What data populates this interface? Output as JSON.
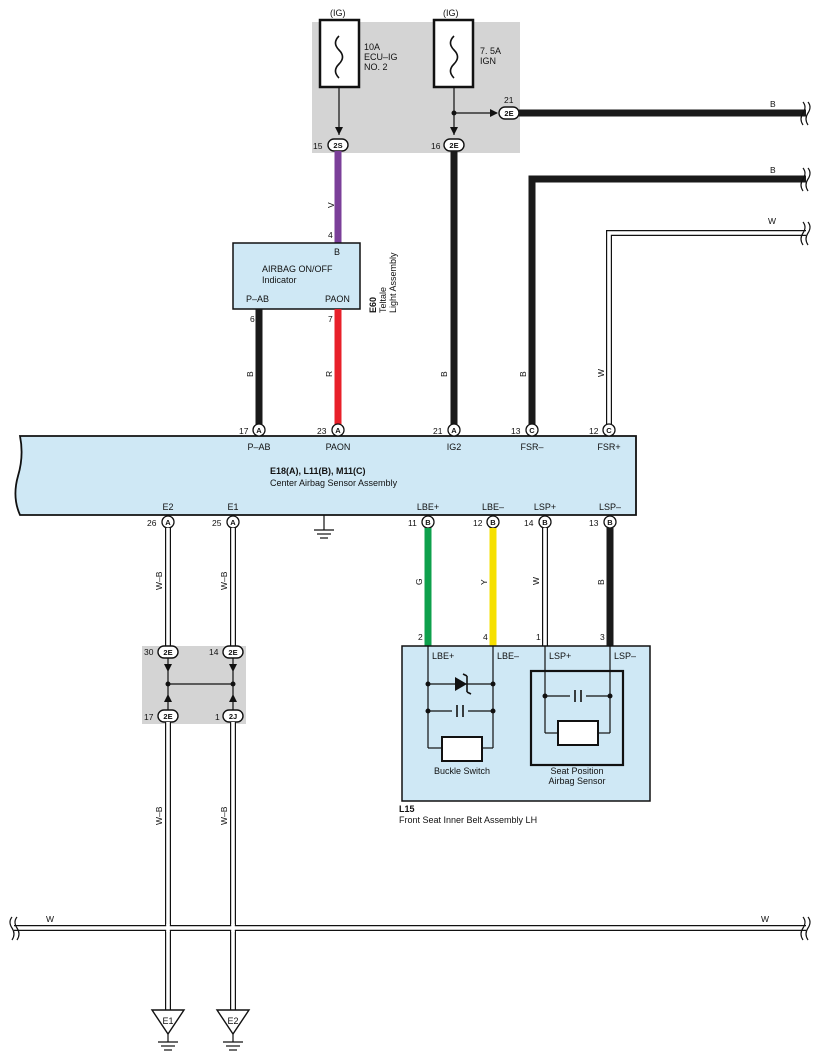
{
  "fuses": {
    "f1": {
      "supply": "(IG)",
      "line1": "10A",
      "line2": "ECU–IG",
      "line3": "NO. 2"
    },
    "f2": {
      "supply": "(IG)",
      "line1": "7. 5A",
      "line2": "IGN"
    }
  },
  "junction_pins": {
    "p15": "15",
    "c2s": "2S",
    "p16": "16",
    "c2e_a": "2E",
    "p21": "21",
    "c2e_b": "2E",
    "p30": "30",
    "c2e_c": "2E",
    "p14": "14",
    "c2e_d": "2E",
    "p17": "17",
    "c2e_e": "2E",
    "p1": "1",
    "c2j": "2J"
  },
  "wire_colors": {
    "v": "V",
    "b_top1": "B",
    "b_top2": "B",
    "w_top": "W",
    "b_pab": "B",
    "r_paon": "R",
    "b_ig2": "B",
    "b_fsr": "B",
    "w_fsr": "W",
    "wb_1": "W–B",
    "wb_2": "W–B",
    "wb_3": "W–B",
    "wb_4": "W–B",
    "g": "G",
    "y": "Y",
    "w_lsp": "W",
    "b_lsp": "B",
    "w_bus_l": "W",
    "w_bus_r": "W"
  },
  "teltale": {
    "pin_top": "4",
    "pin_top_label": "B",
    "name": "AIRBAG ON/OFF",
    "sub": "Indicator",
    "left_term": "P–AB",
    "right_term": "PAON",
    "pin_left": "6",
    "pin_right": "7",
    "code": "E60",
    "title1": "Teltale",
    "title2": "Light Assembly"
  },
  "sensor": {
    "top_pins": [
      {
        "num": "17",
        "conn": "A",
        "term": "P–AB"
      },
      {
        "num": "23",
        "conn": "A",
        "term": "PAON"
      },
      {
        "num": "21",
        "conn": "A",
        "term": "IG2"
      },
      {
        "num": "13",
        "conn": "C",
        "term": "FSR–"
      },
      {
        "num": "12",
        "conn": "C",
        "term": "FSR+"
      }
    ],
    "code": "E18(A), L11(B), M11(C)",
    "name": "Center Airbag Sensor Assembly",
    "bottom_pins": [
      {
        "num": "26",
        "conn": "A",
        "term": "E2"
      },
      {
        "num": "25",
        "conn": "A",
        "term": "E1"
      },
      {
        "num": "11",
        "conn": "B",
        "term": "LBE+"
      },
      {
        "num": "12",
        "conn": "B",
        "term": "LBE–"
      },
      {
        "num": "14",
        "conn": "B",
        "term": "LSP+"
      },
      {
        "num": "13",
        "conn": "B",
        "term": "LSP–"
      }
    ]
  },
  "belt": {
    "pins": [
      "2",
      "4",
      "1",
      "3"
    ],
    "terms": [
      "LBE+",
      "LBE–",
      "LSP+",
      "LSP–"
    ],
    "buckle": "Buckle Switch",
    "seat1": "Seat Position",
    "seat2": "Airbag Sensor",
    "code": "L15",
    "name": "Front Seat Inner Belt Assembly LH"
  },
  "grounds": {
    "e1": "E1",
    "e2": "E2"
  },
  "colors": {
    "fill_box": "#cfe8f5",
    "gray_box": "#d4d4d4",
    "violet": "#7b3f99",
    "red": "#e8202a",
    "green": "#0ea04c",
    "yellow": "#f6e000",
    "black": "#1a1a1a"
  }
}
